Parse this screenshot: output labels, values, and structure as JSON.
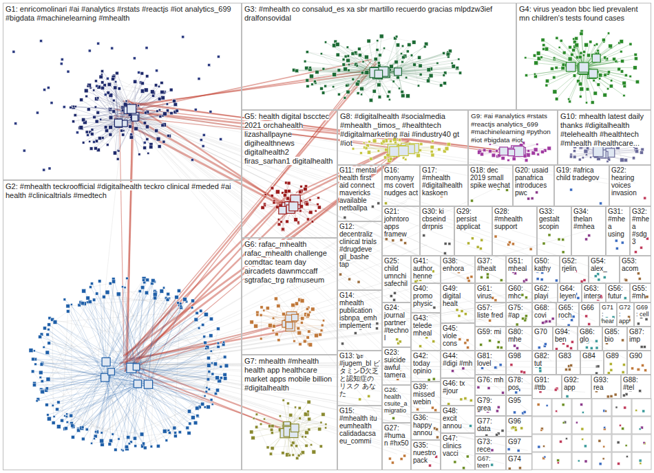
{
  "diagram": {
    "nodes": [
      {
        "text": [
          "G1: enricomolinari #ai #analytics #rstats #reactjs #iot analytics_699 #bigdata #machinelearning #mhealth"
        ]
      },
      {
        "text": [
          "G3: #mhealth co consalud_es xa sbr martillo recuerdo gracias mlpdzw3ief dralfonsovidal"
        ]
      },
      {
        "text": [
          "G4: virus yeadon bbc lied prevalent mn children's tests found cases"
        ]
      },
      {
        "text": [
          "G5: health digital bscctec 2021 orchahealth lizashallpayne digihealthnews digitalhealth2 firas_sarhan1 digitalhealth"
        ]
      },
      {
        "text": [
          "G8: #digitalhealth #socialmedia #mhealth _timos_ #healthtech #digitalmarketing #ai #industry40 gt #iot"
        ]
      },
      {
        "text": [
          "G9: #ai #analytics #rstats #reactjs analytics_699 #machinelearning #python #iot #bigdata #iot"
        ]
      },
      {
        "text": [
          "G10: mhealth latest daily thanks #digitalhealth #telehealth #healthtech #mhealth #healthcare..."
        ]
      },
      {
        "text": [
          "G11: mental health first aid connect mavericks available netballpa"
        ]
      },
      {
        "text": [
          "G16: monyamyms covert nudges act"
        ]
      },
      {
        "text": [
          "G17: #mhealth #digitalhealth kaskoen"
        ]
      },
      {
        "text": [
          "G18: dec 2019 small spike wechat"
        ]
      },
      {
        "text": [
          "G20: usaid panafrica introduces pwc"
        ]
      },
      {
        "text": [
          "G19: #africa child tradegov"
        ]
      },
      {
        "text": [
          "G22: hearing voices invasion"
        ]
      },
      {
        "text": [
          "G2: #mhealth teckroofficial #digitalhealth teckro clinical #meded #ai health #clinicaltrials #medtech"
        ]
      },
      {
        "text": [
          "G21: johntoro apps framew"
        ]
      },
      {
        "text": [
          "G30: ki cbseind drrpnis"
        ]
      },
      {
        "text": [
          "G29: persist applicat"
        ]
      },
      {
        "text": [
          "G28: #mhealth support"
        ]
      },
      {
        "text": [
          "G33: gestalt scopin"
        ]
      },
      {
        "text": [
          "G34: thelan #mhea"
        ]
      },
      {
        "text": [
          "G31: #mhea using"
        ]
      },
      {
        "text": [
          "G32: #mhea #sdg3"
        ]
      },
      {
        "text": [
          "G6: rafac_mhealth rafac_mhealth challenge comdtac team day aircadets dawnmccaff sgtrafac_trg rafmuseum"
        ]
      },
      {
        "text": [
          "G12: decentraliz clinical trials #drugdeve gil_bashe tap"
        ]
      },
      {
        "text": [
          "G25: child umnchi safechil"
        ]
      },
      {
        "text": [
          "G41: author henne"
        ]
      },
      {
        "text": [
          "G38: enhora"
        ]
      },
      {
        "text": [
          "G37: #healt"
        ]
      },
      {
        "text": [
          "G51: mheal"
        ]
      },
      {
        "text": [
          "G50: kathy"
        ]
      },
      {
        "text": [
          "G52: rjelin"
        ]
      },
      {
        "text": [
          "G54: alex_"
        ]
      },
      {
        "text": [
          "G53: acom"
        ]
      },
      {
        "text": [
          "G40: promo physic"
        ]
      },
      {
        "text": [
          "G49: digital healt"
        ]
      },
      {
        "text": [
          "G61: virus"
        ]
      },
      {
        "text": [
          "G60: mhc"
        ]
      },
      {
        "text": [
          "G62: playi"
        ]
      },
      {
        "text": [
          "G64: leyen"
        ]
      },
      {
        "text": [
          "G63: inters"
        ]
      },
      {
        "text": [
          "G56: futur"
        ]
      },
      {
        "text": [
          "G55: #mh"
        ]
      },
      {
        "text": [
          "G14: mhealth publication isbnpa_emh implement"
        ]
      },
      {
        "text": [
          "G24: journal partner #technol"
        ]
      },
      {
        "text": [
          "G57: liste fred"
        ]
      },
      {
        "text": [
          "G75: #ap"
        ]
      },
      {
        "text": [
          "G68: covi"
        ]
      },
      {
        "text": [
          "G65: roch"
        ]
      },
      {
        "text": [
          "G66"
        ]
      },
      {
        "text": [
          "G71: hear"
        ]
      },
      {
        "text": [
          "G72: app"
        ]
      },
      {
        "text": [
          "G69: cell"
        ]
      },
      {
        "text": [
          "G43: telede mheal"
        ]
      },
      {
        "text": [
          "G45: viole cons"
        ]
      },
      {
        "text": [
          "G59: mi"
        ]
      },
      {
        "text": [
          "G80: mhe"
        ]
      },
      {
        "text": [
          "G70"
        ]
      },
      {
        "text": [
          "G94: ben"
        ]
      },
      {
        "text": [
          "G86: glo"
        ]
      },
      {
        "text": [
          "G85: bio"
        ]
      },
      {
        "text": [
          "G87: imp"
        ]
      },
      {
        "text": [
          "G13: ๖ะ #jugem_bl ビタミンD欠乏 と認知症の リスク あなた"
        ]
      },
      {
        "text": [
          "G23: suicide awful tamera"
        ]
      },
      {
        "text": [
          "G42: today opinio"
        ]
      },
      {
        "text": [
          "G44: #digi #mh"
        ]
      },
      {
        "text": [
          "G81: lovel"
        ]
      },
      {
        "text": [
          "G98"
        ]
      },
      {
        "text": [
          "G82: tut"
        ]
      },
      {
        "text": [
          "G83"
        ]
      },
      {
        "text": [
          "G84"
        ]
      },
      {
        "text": [
          "G89"
        ]
      },
      {
        "text": [
          "G90"
        ]
      },
      {
        "text": [
          "G7: mhealth #mhealth health app healthcare market apps mobile billion #digitalhealth"
        ]
      },
      {
        "text": [
          "G76: mh"
        ]
      },
      {
        "text": [
          "G78: pos"
        ]
      },
      {
        "text": [
          "G91: #ttb"
        ]
      },
      {
        "text": [
          "G92: app"
        ]
      },
      {
        "text": [
          "G93: rea"
        ]
      },
      {
        "text": [
          "G88: #tel"
        ]
      },
      {
        "text": [
          "G46: tx #jour"
        ]
      },
      {
        "text": [
          "G39: missed webin"
        ]
      },
      {
        "text": [
          "G26: health csuite_a migratio"
        ]
      },
      {
        "text": [
          "G79: grea"
        ]
      },
      {
        "text": [
          "G95"
        ]
      },
      {
        "text": [
          "G15: #mhealth itu eumhealth calidadacsa eu_commi"
        ]
      },
      {
        "text": [
          "G48: excit annou"
        ]
      },
      {
        "text": [
          "G36: happy annou"
        ]
      },
      {
        "text": [
          "G77: data"
        ]
      },
      {
        "text": [
          "G96"
        ]
      },
      {
        "text": [
          "G27: #human #hx50"
        ]
      },
      {
        "text": [
          "G47: clinics vacci"
        ]
      },
      {
        "text": [
          "G73: rece"
        ]
      },
      {
        "text": [
          "G97"
        ]
      },
      {
        "text": [
          "G35: nuestro pack"
        ]
      },
      {
        "text": [
          "G67: teen"
        ]
      },
      {
        "text": [
          "G74"
        ]
      }
    ]
  }
}
